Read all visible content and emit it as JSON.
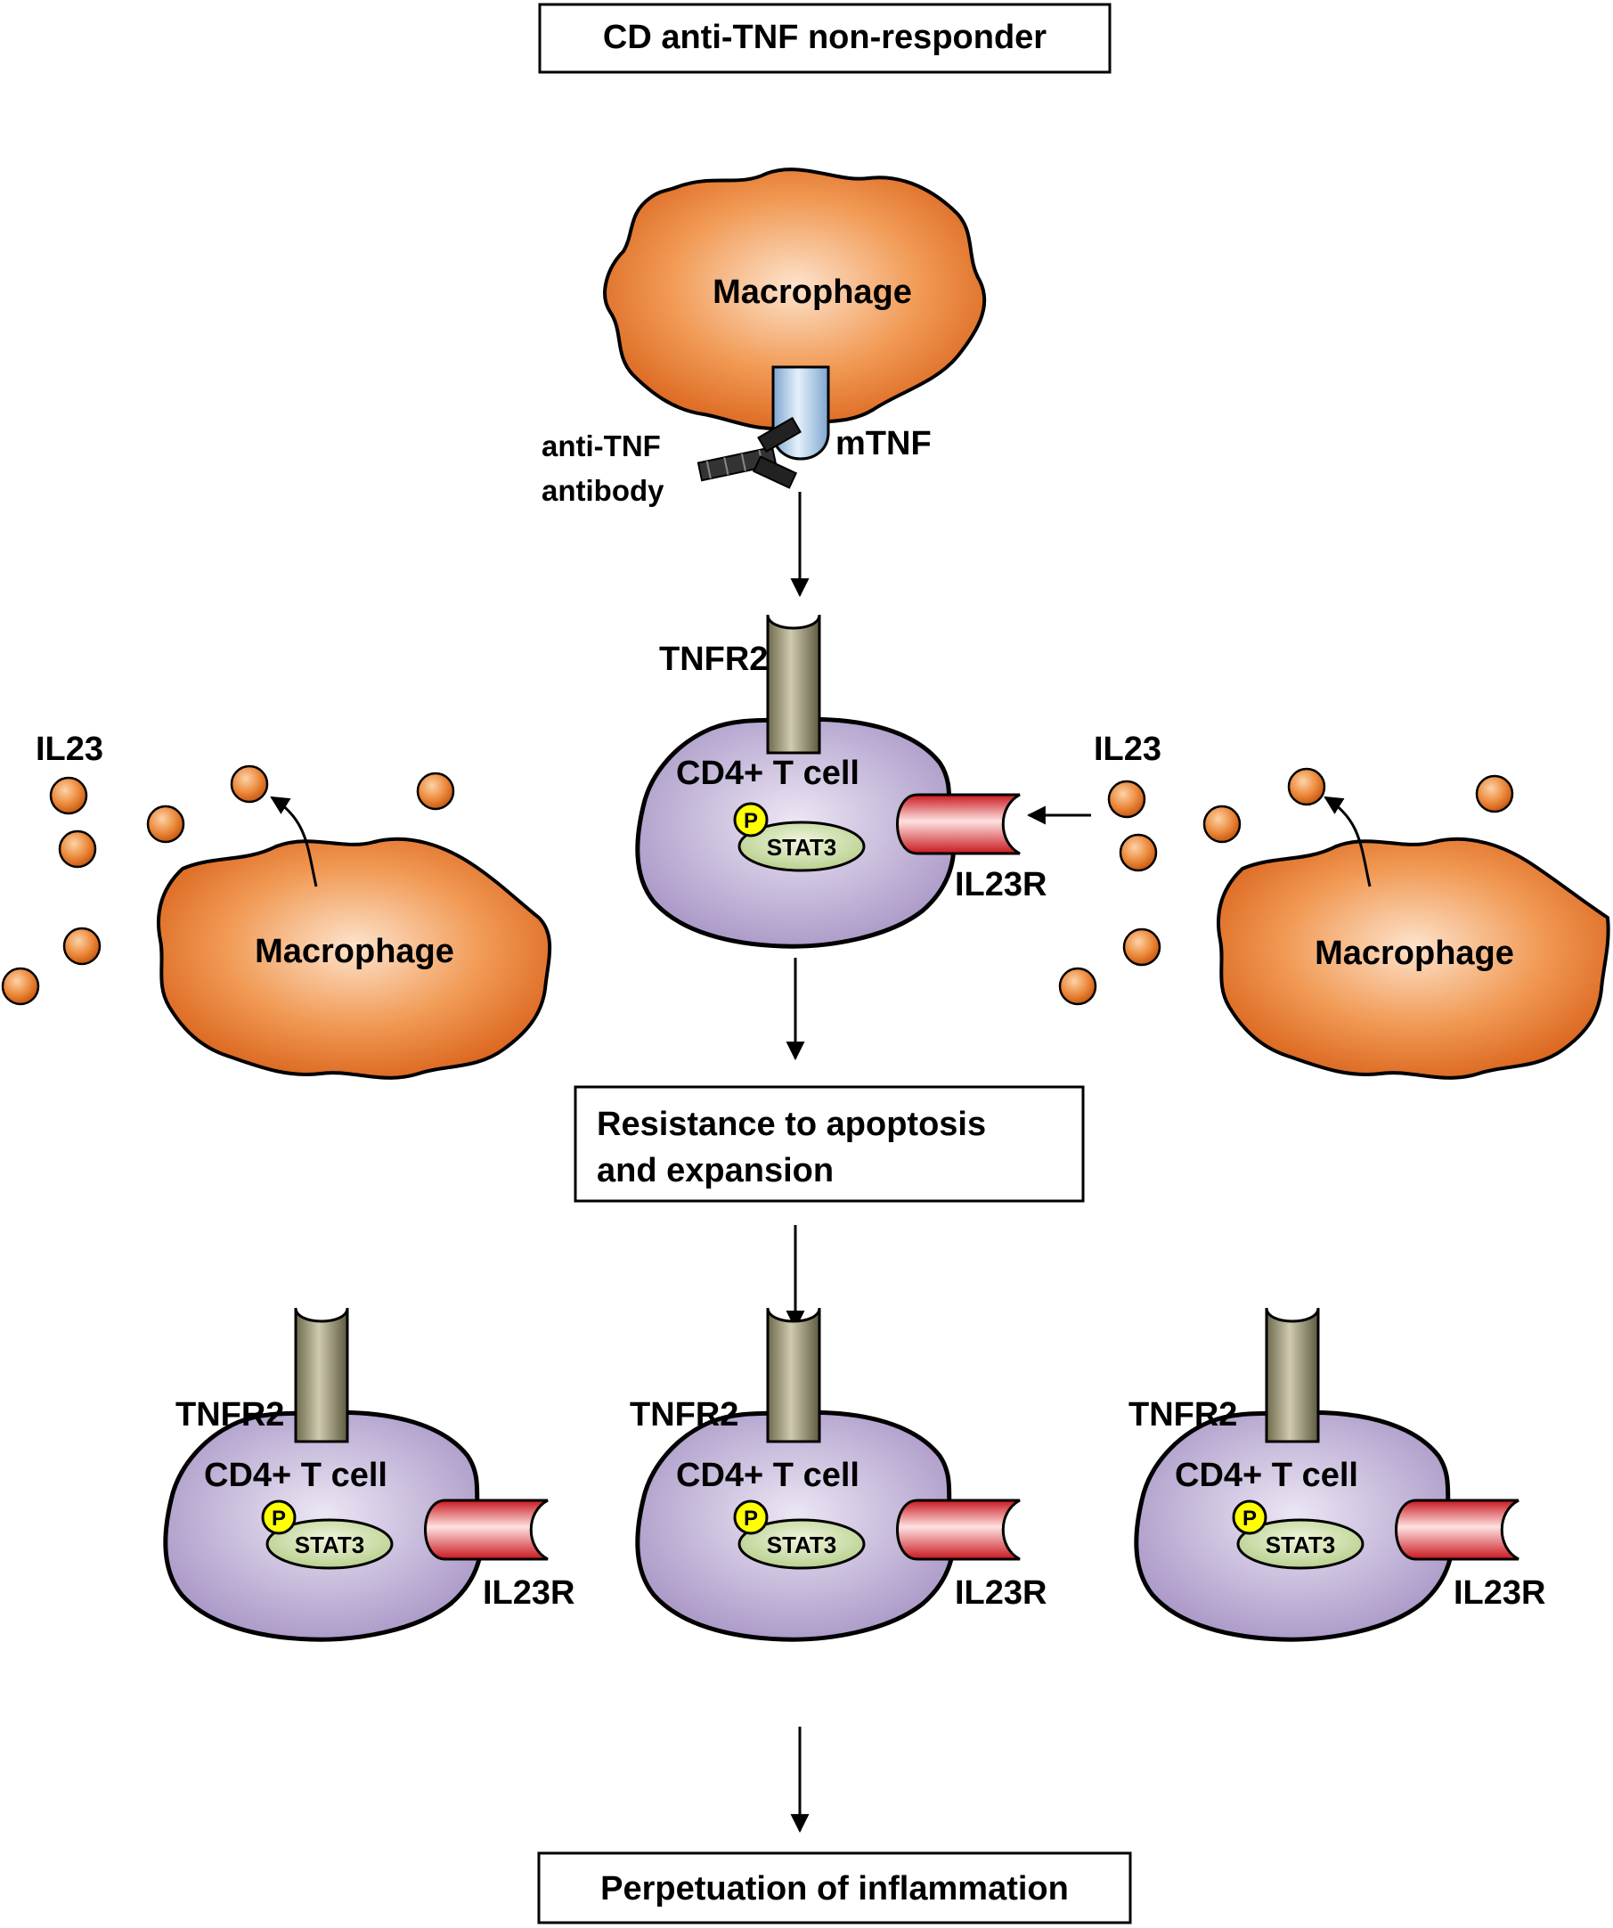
{
  "title_box": "CD anti-TNF non-responder",
  "top_macrophage": {
    "label": "Macrophage",
    "receptor": "mTNF"
  },
  "antibody": {
    "line1": "anti-TNF",
    "line2": "antibody"
  },
  "central_cell": {
    "receptor_top": "TNFR2",
    "label": "CD4+ T cell",
    "phospho": "P",
    "transcription_factor": "STAT3",
    "receptor_side": "IL23R"
  },
  "left_macrophage": {
    "label": "Macrophage",
    "cytokine": "IL23"
  },
  "right_macrophage": {
    "label": "Macrophage",
    "cytokine": "IL23"
  },
  "middle_box": {
    "line1": "Resistance to apoptosis",
    "line2": "and expansion"
  },
  "expanded_cells": [
    {
      "receptor_top": "TNFR2",
      "label": "CD4+ T cell",
      "phospho": "P",
      "transcription_factor": "STAT3",
      "receptor_side": "IL23R"
    },
    {
      "receptor_top": "TNFR2",
      "label": "CD4+ T cell",
      "phospho": "P",
      "transcription_factor": "STAT3",
      "receptor_side": "IL23R"
    },
    {
      "receptor_top": "TNFR2",
      "label": "CD4+ T cell",
      "phospho": "P",
      "transcription_factor": "STAT3",
      "receptor_side": "IL23R"
    }
  ],
  "bottom_box": "Perpetuation of inflammation",
  "colors": {
    "macrophage": "#e8762c",
    "t_cell": "#b8a9cf",
    "stat3": "#c7d9a3",
    "phospho": "#ffff00",
    "il23r": "#e03030",
    "tnfr2": "#8a8465",
    "mtnf": "#a8c8e8",
    "il23_particle": "#e07020"
  }
}
